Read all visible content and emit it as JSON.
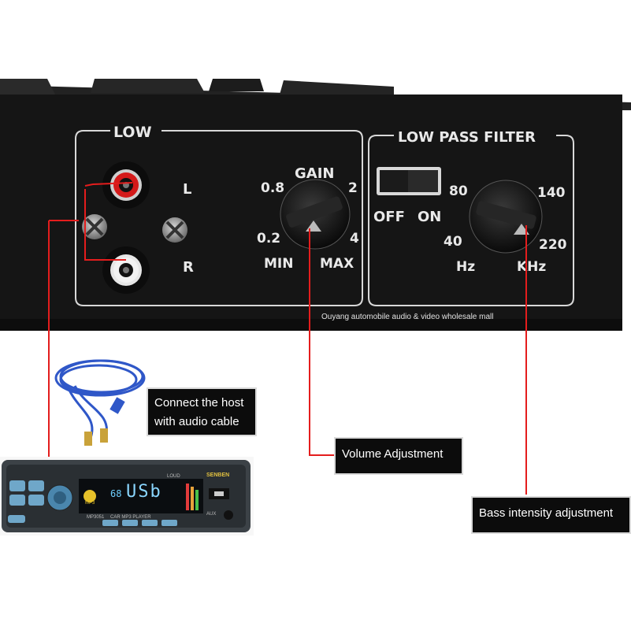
{
  "panel": {
    "input_section": "LOW",
    "channel_left": "L",
    "channel_right": "R",
    "gain": {
      "title": "GAIN",
      "ticks": [
        "0.8",
        "2",
        "0.2",
        "4"
      ],
      "min_label": "MIN",
      "max_label": "MAX"
    },
    "filter": {
      "title": "LOW PASS FILTER",
      "switch_off": "OFF",
      "switch_on": "ON",
      "ticks": [
        "80",
        "140",
        "40",
        "220"
      ],
      "unit_hz": "Hz",
      "unit_khz": "KHz"
    },
    "watermark": "Ouyang automobile audio & video wholesale mall"
  },
  "callouts": {
    "cable": [
      "Connect the host",
      "with audio cable"
    ],
    "volume": "Volume Adjustment",
    "bass": "Bass intensity adjustment"
  },
  "stereo": {
    "display_text": "USb",
    "display_num": "68",
    "brand": "SENBEN",
    "model": "MP3051",
    "subtitle": "CAR MP3 PLAYER",
    "loud": "LOUD",
    "mp3_tag": "MP3",
    "aux": "AUX"
  },
  "colors": {
    "leader_line": "#e41d1d",
    "panel_body": "#151515",
    "callout_bg": "#0c0c0c"
  }
}
